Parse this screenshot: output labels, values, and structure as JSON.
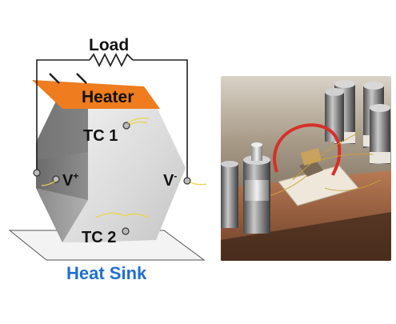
{
  "diagram": {
    "load_label": "Load",
    "heater_label": "Heater",
    "tc1_label": "TC 1",
    "tc2_label": "TC 2",
    "vplus_label": "V",
    "vplus_sup": "+",
    "vminus_label": "V",
    "vminus_sup": "-",
    "heatsink_label": "Heat Sink"
  },
  "colors": {
    "heater": "#ef7c1e",
    "heatsink_text": "#1f6fd1",
    "text": "#111111",
    "wire": "#222222",
    "thermocouple_wire": "#e8d64a"
  },
  "photo": {
    "icon": "device-photo"
  }
}
